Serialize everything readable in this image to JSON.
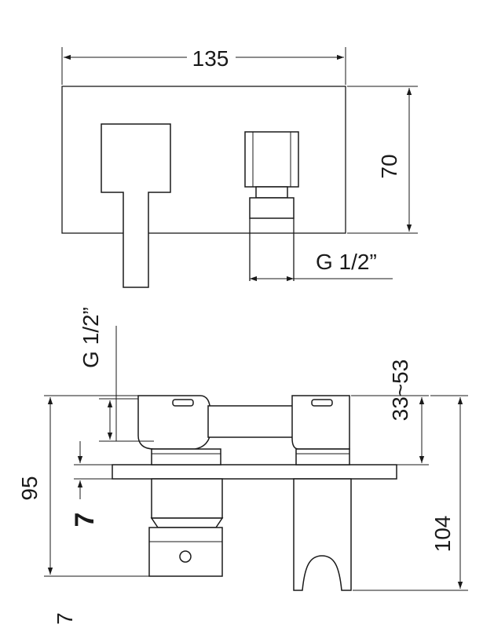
{
  "dimensions": {
    "top_width": "135",
    "top_height": "70",
    "top_thread": "G 1/2”",
    "side_thread": "G 1/2”",
    "side_depth_range": "33~53",
    "side_left_height": "95",
    "side_right_height": "104",
    "plate_thickness": "7",
    "footnote": "7"
  }
}
